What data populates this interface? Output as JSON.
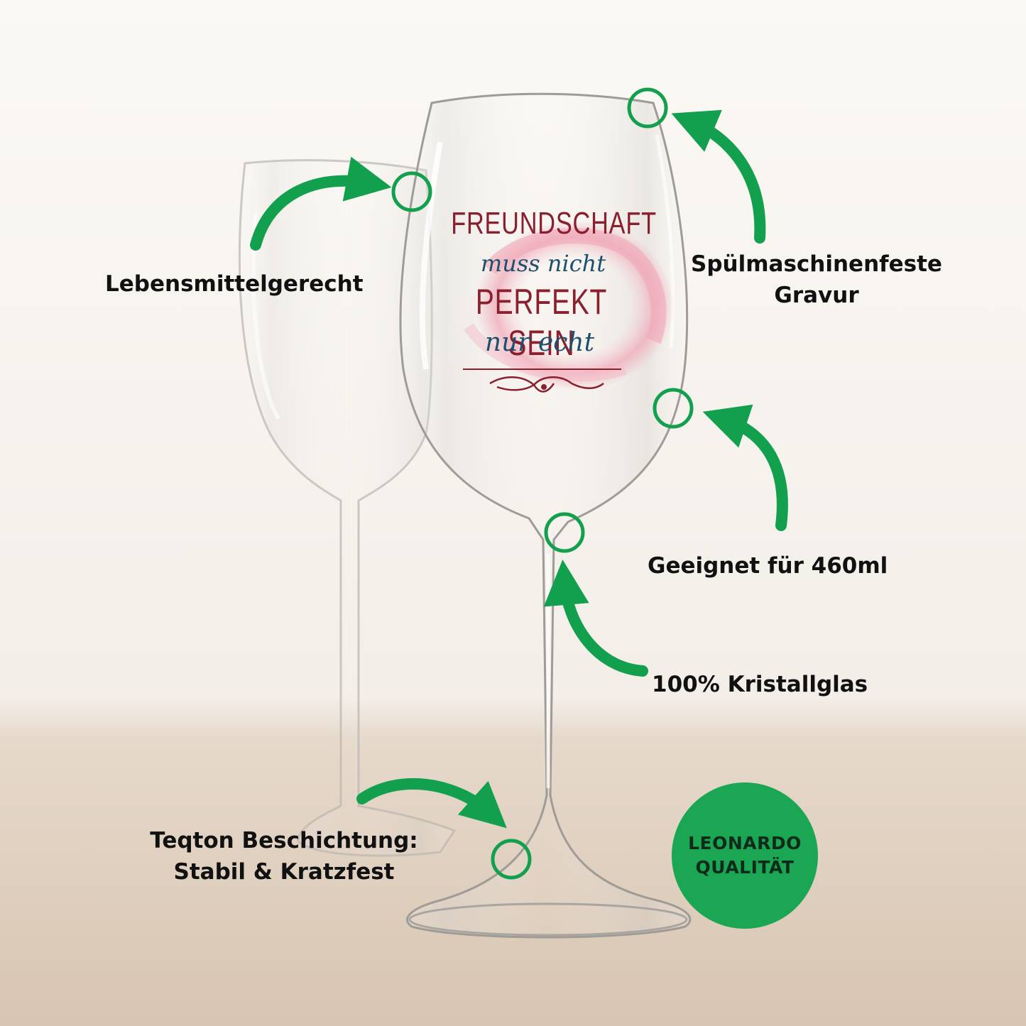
{
  "colors": {
    "accent_green": "#12a04e",
    "badge_green": "#1aa653",
    "print_red": "#8a1f2e",
    "print_blue": "#1d4f6f",
    "swirl_pink": "#f0a8b8",
    "background": "#f5f1ec",
    "table": "#d9c8b6"
  },
  "glass_print": {
    "line1": "FREUNDSCHAFT",
    "line2": "muss nicht",
    "line3": "PERFEKT SEIN",
    "line4": "nur echt"
  },
  "callouts": {
    "food_safe": "Lebensmittelgerecht",
    "dishwasher_line1": "Spülmaschinenfeste",
    "dishwasher_line2": "Gravur",
    "capacity": "Geeignet für 460ml",
    "crystal": "100% Kristallglas",
    "coating_line1": "Teqton Beschichtung:",
    "coating_line2": "Stabil & Kratzfest"
  },
  "badge": {
    "line1": "LEONARDO",
    "line2": "QUALITÄT"
  },
  "icons": [
    "arrow-icon",
    "ring-marker-icon"
  ]
}
